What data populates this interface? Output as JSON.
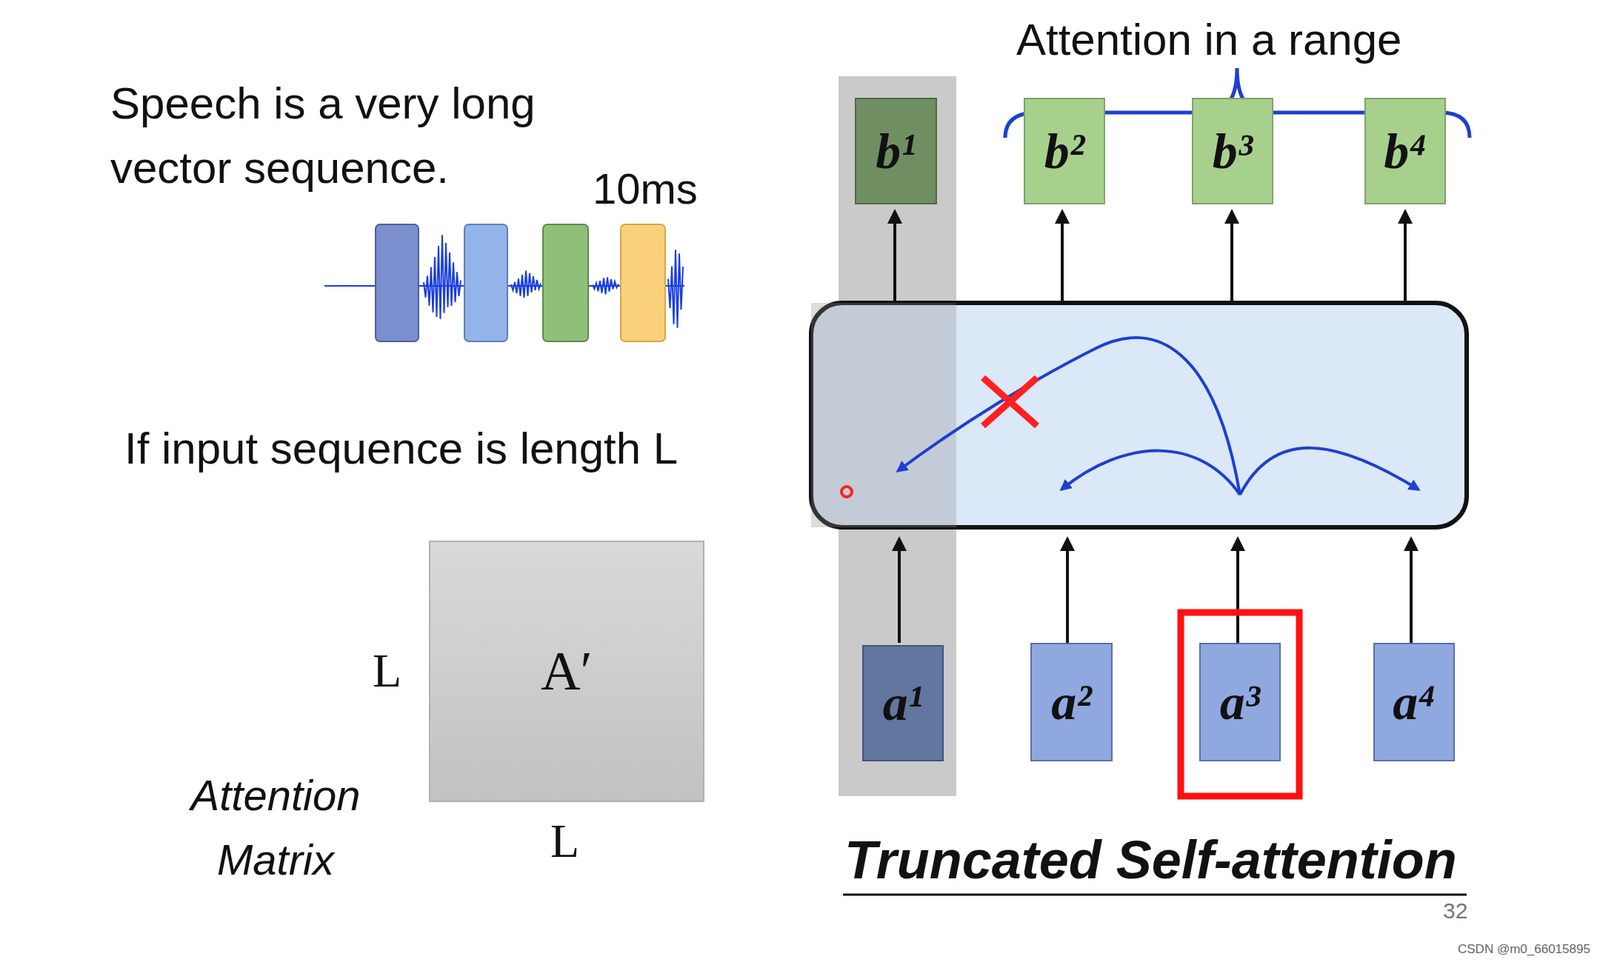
{
  "diagram": {
    "title": "Truncated Self-attention",
    "nodes": [
      {
        "text": [
          "b¹"
        ]
      },
      {
        "text": [
          "b²"
        ]
      },
      {
        "text": [
          "b³"
        ]
      },
      {
        "text": [
          "b⁴"
        ]
      },
      {
        "text": [
          "A′"
        ]
      },
      {
        "text": [
          "a¹"
        ]
      },
      {
        "text": [
          "a²"
        ]
      },
      {
        "text": [
          "a³"
        ]
      },
      {
        "text": [
          "a⁴"
        ]
      }
    ],
    "labels": [
      "Attention in a range",
      "Speech is a very long vector sequence.",
      "10ms",
      "If input sequence is length L",
      "L",
      "L",
      "Attention Matrix",
      "32",
      "CSDN @m0_66015895"
    ]
  }
}
